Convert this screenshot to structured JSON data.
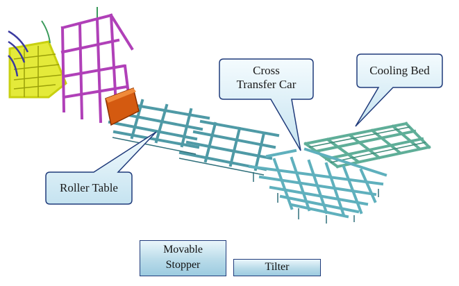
{
  "callouts": {
    "cross_transfer_car": {
      "line1": "Cross",
      "line2": "Transfer Car"
    },
    "cooling_bed": "Cooling Bed",
    "roller_table": "Roller Table"
  },
  "legend": {
    "movable_stopper": {
      "line1": "Movable",
      "line2": "Stopper"
    },
    "tilter": "Tilter"
  },
  "colors": {
    "roller_table": "#4f9aa6",
    "cross_transfer_car": "#5fb0bd",
    "cooling_bed": "#5fae98",
    "tilter_frame": "#b040b8",
    "upstream_machine": "#d8e020",
    "movable_stopper": "#d45a10",
    "callout_fill": "#dff0f8",
    "callout_border": "#1f3a7a"
  }
}
